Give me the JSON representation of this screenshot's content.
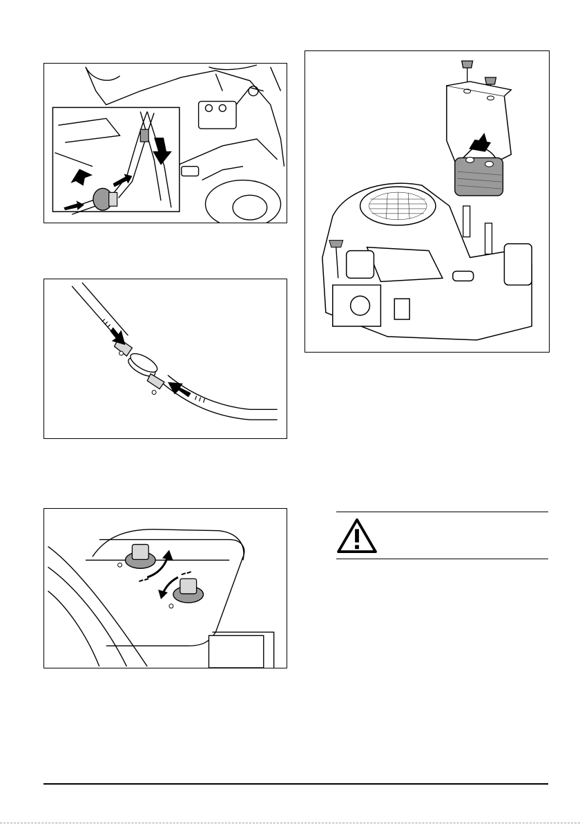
{
  "figures": [
    {
      "id": "fuel-filter-hose-removal",
      "description_icon": "fuel-filter-arrows"
    },
    {
      "id": "fuel-filter-flow-direction",
      "description_icon": "fuel-flow-arrows"
    },
    {
      "id": "air-filter-knobs",
      "description_icon": "rotate-arrows"
    },
    {
      "id": "engine-air-filter-removal",
      "description_icon": "lift-arrow"
    }
  ],
  "warning": {
    "icon": "warning-triangle-icon"
  },
  "colors": {
    "line": "#000000",
    "fill": "#ffffff",
    "shade": "#9a9a9a",
    "light_shade": "#d8d8d8"
  }
}
